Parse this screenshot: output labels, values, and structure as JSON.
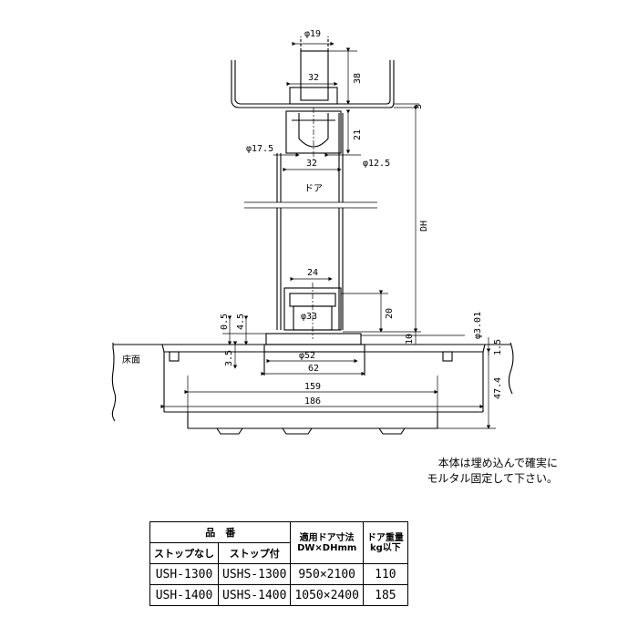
{
  "dims": {
    "phi19": "φ19",
    "d32_top": "32",
    "d38": "38",
    "d3_top": "3",
    "d21": "21",
    "phi17_5": "φ17.5",
    "phi12_5": "φ12.5",
    "d32_mid": "32",
    "door_label": "ドア",
    "dh": "DH",
    "d24": "24",
    "d20": "20",
    "phi33": "φ33",
    "d0_5": "0.5",
    "d4_5": "4.5",
    "d10": "10",
    "phi3_01": "φ3.01",
    "floor_label": "床面",
    "d3_5": "3.5",
    "phi52": "φ52",
    "d62": "62",
    "d159": "159",
    "d186": "186",
    "d1_5": "1.5",
    "d47_4": "47.4"
  },
  "note": {
    "line1": "本体は埋め込んで確実に",
    "line2": "モルタル固定して下さい。"
  },
  "table": {
    "header_product": "品　番",
    "header_no_stop": "ストップなし",
    "header_with_stop": "ストップ付",
    "header_size_line1": "適用ドア寸法",
    "header_size_line2": "DW×DHmm",
    "header_weight_line1": "ドア重量",
    "header_weight_line2": "kg以下",
    "rows": [
      {
        "no_stop": "USH-1300",
        "with_stop": "USHS-1300",
        "size": "950×2100",
        "weight": "110"
      },
      {
        "no_stop": "USH-1400",
        "with_stop": "USHS-1400",
        "size": "1050×2400",
        "weight": "185"
      }
    ]
  }
}
